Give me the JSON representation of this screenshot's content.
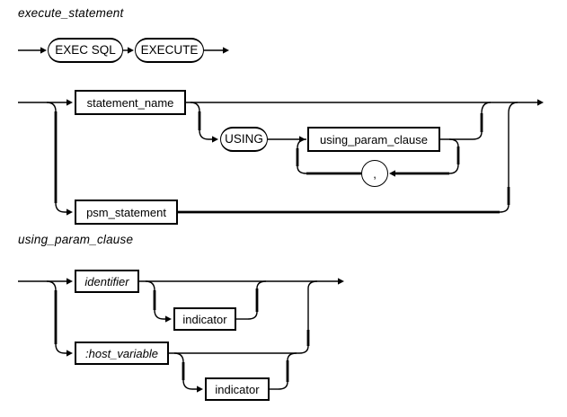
{
  "colors": {
    "background": "#ffffff",
    "ink": "#000000"
  },
  "diagrams": [
    {
      "title": "execute_statement",
      "nodes": {
        "exec_sql": {
          "label": "EXEC SQL",
          "kind": "terminal"
        },
        "execute": {
          "label": "EXECUTE",
          "kind": "terminal"
        },
        "statement_name": {
          "label": "statement_name",
          "kind": "nonterminal"
        },
        "using": {
          "label": "USING",
          "kind": "terminal"
        },
        "using_param_clause": {
          "label": "using_param_clause",
          "kind": "nonterminal"
        },
        "comma": {
          "label": ",",
          "kind": "terminal-circle"
        },
        "psm_statement": {
          "label": "psm_statement",
          "kind": "nonterminal"
        }
      }
    },
    {
      "title": "using_param_clause",
      "nodes": {
        "identifier": {
          "label": "identifier",
          "kind": "nonterminal-italic"
        },
        "indicator_1": {
          "label": "indicator",
          "kind": "nonterminal"
        },
        "host_variable": {
          "label": ":host_variable",
          "kind": "nonterminal-italic"
        },
        "indicator_2": {
          "label": "indicator",
          "kind": "nonterminal"
        }
      }
    }
  ]
}
